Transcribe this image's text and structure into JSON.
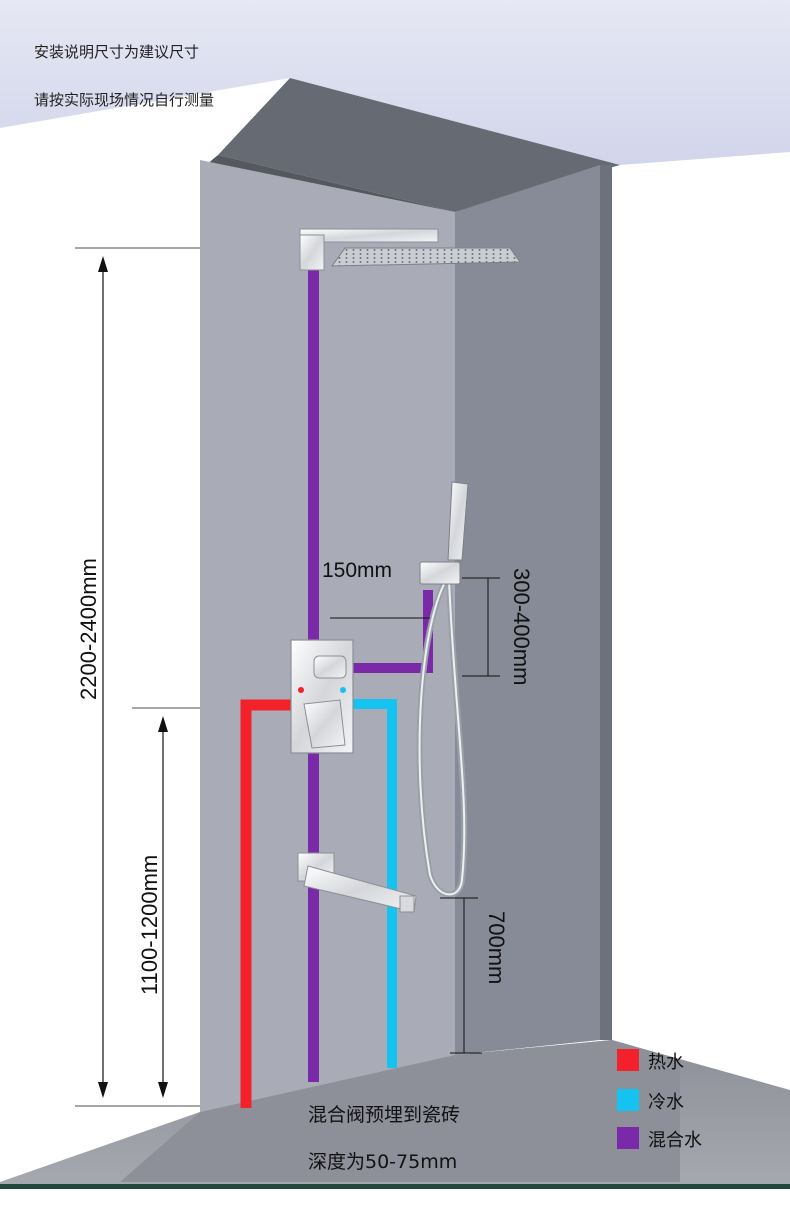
{
  "notes": {
    "line1": "安装说明尺寸为建议尺寸",
    "line2": "请按实际现场情况自行测量"
  },
  "dimensions": {
    "total_height": "2200-2400mm",
    "valve_height": "1100-1200mm",
    "arm_offset": "150mm",
    "holder_height": "300-400mm",
    "spout_height": "700mm"
  },
  "caption": {
    "line1": "混合阀预埋到瓷砖",
    "line2": "深度为50-75mm"
  },
  "legend": [
    {
      "label": "热水",
      "color": "#f2212a"
    },
    {
      "label": "冷水",
      "color": "#14c3f0"
    },
    {
      "label": "混合水",
      "color": "#7a2aa8"
    }
  ]
}
